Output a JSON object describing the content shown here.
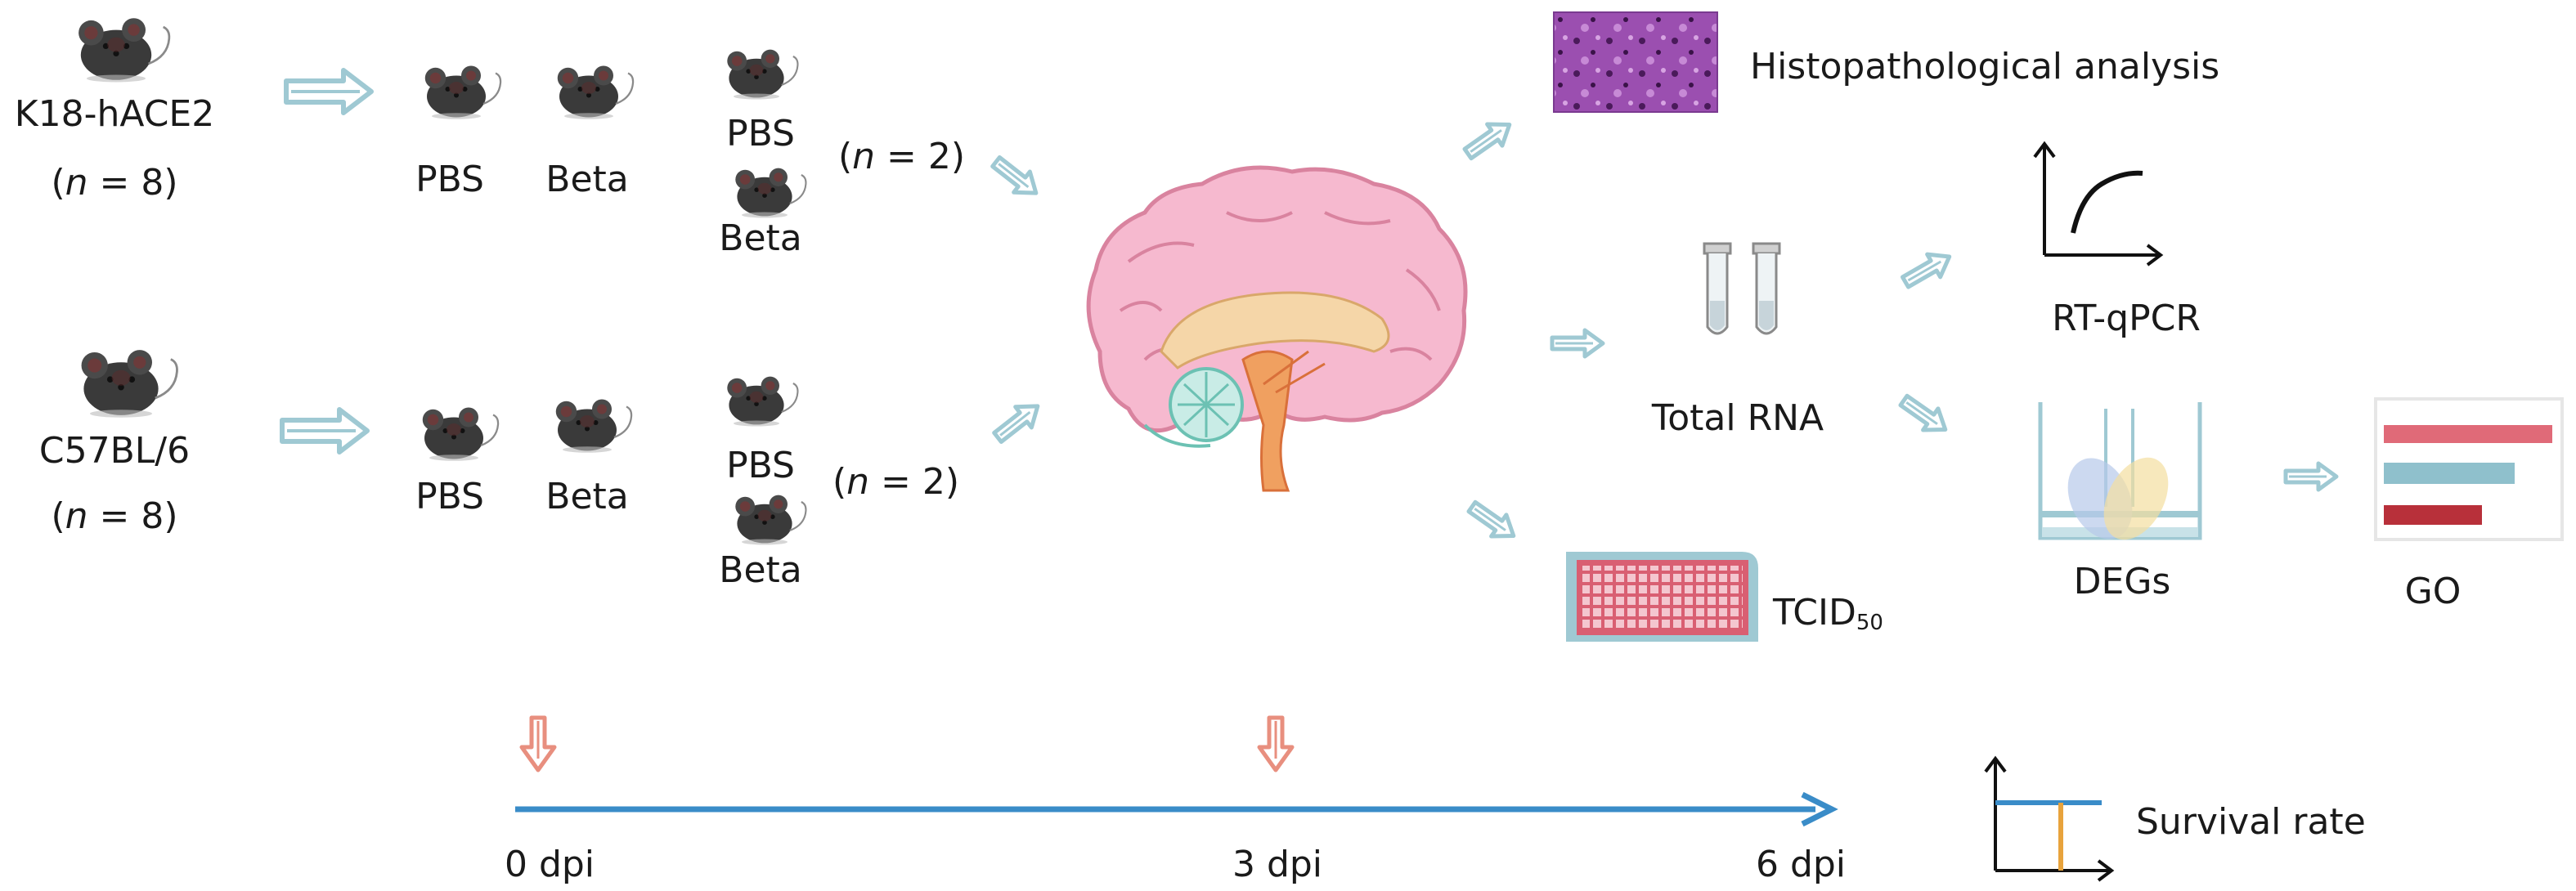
{
  "groups": [
    {
      "strain": "K18-hACE2",
      "n_total": "8",
      "day0_groups": [
        "PBS",
        "Beta"
      ],
      "day3_groups": [
        "PBS",
        "Beta"
      ],
      "n_per_group": "2"
    },
    {
      "strain": "C57BL/6",
      "n_total": "8",
      "day0_groups": [
        "PBS",
        "Beta"
      ],
      "day3_groups": [
        "PBS",
        "Beta"
      ],
      "n_per_group": "2"
    }
  ],
  "analyses": {
    "histopathology": "Histopathological analysis",
    "total_rna": "Total RNA",
    "rt_qpcr": "RT-qPCR",
    "degs": "DEGs",
    "go": "GO",
    "tcid_base": "TCID",
    "tcid_sub": "50",
    "survival": "Survival rate"
  },
  "timeline": {
    "ticks": [
      "0 dpi",
      "3 dpi",
      "6 dpi"
    ]
  },
  "colors": {
    "arrow_teal": "#9fc9d3",
    "arrow_salmon": "#e88f7f",
    "timeline_blue": "#3a8cc8",
    "mouse": "#3a3a3a",
    "brain_pink": "#f6b9cf",
    "plate_red": "#d95f72",
    "go_red": "#e06a78",
    "go_teal": "#8fc0cc",
    "go_darkred": "#b8303a",
    "survival_orange": "#e8a33c"
  },
  "icons": [
    "mouse-icon",
    "brain-icon",
    "test-tube-icon",
    "culture-plate-icon",
    "histology-image-icon",
    "curve-plot-icon",
    "venn-diagram-icon",
    "bar-chart-icon",
    "survival-plot-icon"
  ]
}
